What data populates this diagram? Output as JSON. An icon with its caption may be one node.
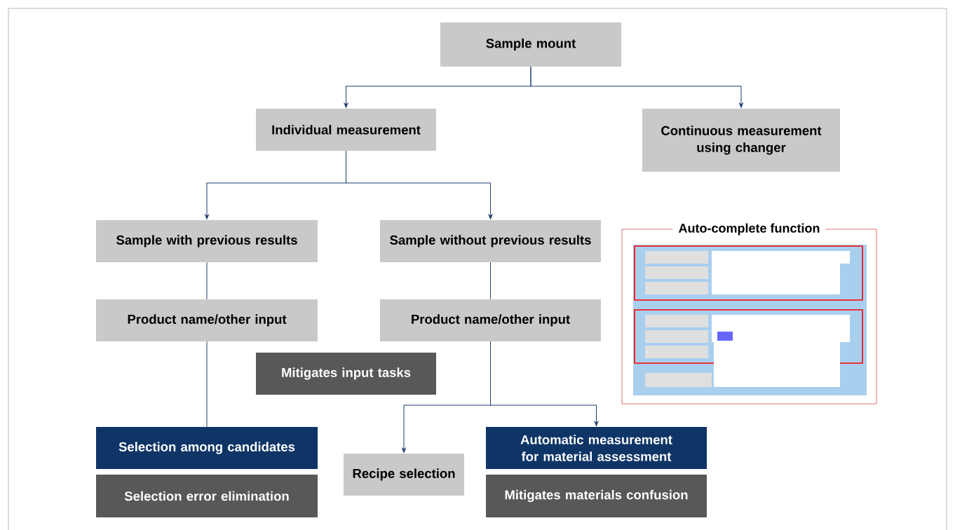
{
  "diagram": {
    "nodes": [
      {
        "text": [
          "Sample mount"
        ]
      },
      {
        "text": [
          "Individual measurement"
        ]
      },
      {
        "text": [
          "Continuous measurement using changer"
        ]
      },
      {
        "text": [
          "Sample with previous results"
        ]
      },
      {
        "text": [
          "Sample without previous results"
        ]
      },
      {
        "text": [
          "Auto-complete function"
        ]
      },
      {
        "text": [
          "Product name/other input"
        ]
      },
      {
        "text": [
          "Product name/other input"
        ]
      },
      {
        "text": [
          "Mitigates input tasks"
        ]
      },
      {
        "text": [
          "Selection among candidates"
        ]
      },
      {
        "text": [
          "Selection error elimination"
        ]
      },
      {
        "text": [
          "Recipe selection"
        ]
      },
      {
        "text": [
          "Automatic measurement for material assessment"
        ]
      },
      {
        "text": [
          "Mitigates materials confusion"
        ]
      }
    ],
    "edges": [
      {
        "from": 0,
        "to": 1,
        "arrow": "to"
      },
      {
        "from": 0,
        "to": 2,
        "arrow": "to"
      },
      {
        "from": 1,
        "to": 3,
        "arrow": "to"
      },
      {
        "from": 1,
        "to": 4,
        "arrow": "to"
      },
      {
        "from": 3,
        "to": 6,
        "arrow": "none"
      },
      {
        "from": 4,
        "to": 7,
        "arrow": "none"
      },
      {
        "from": 6,
        "to": 9,
        "arrow": "none"
      },
      {
        "from": 7,
        "to": 11,
        "arrow": "to"
      },
      {
        "from": 7,
        "to": 12,
        "arrow": "to"
      }
    ]
  }
}
